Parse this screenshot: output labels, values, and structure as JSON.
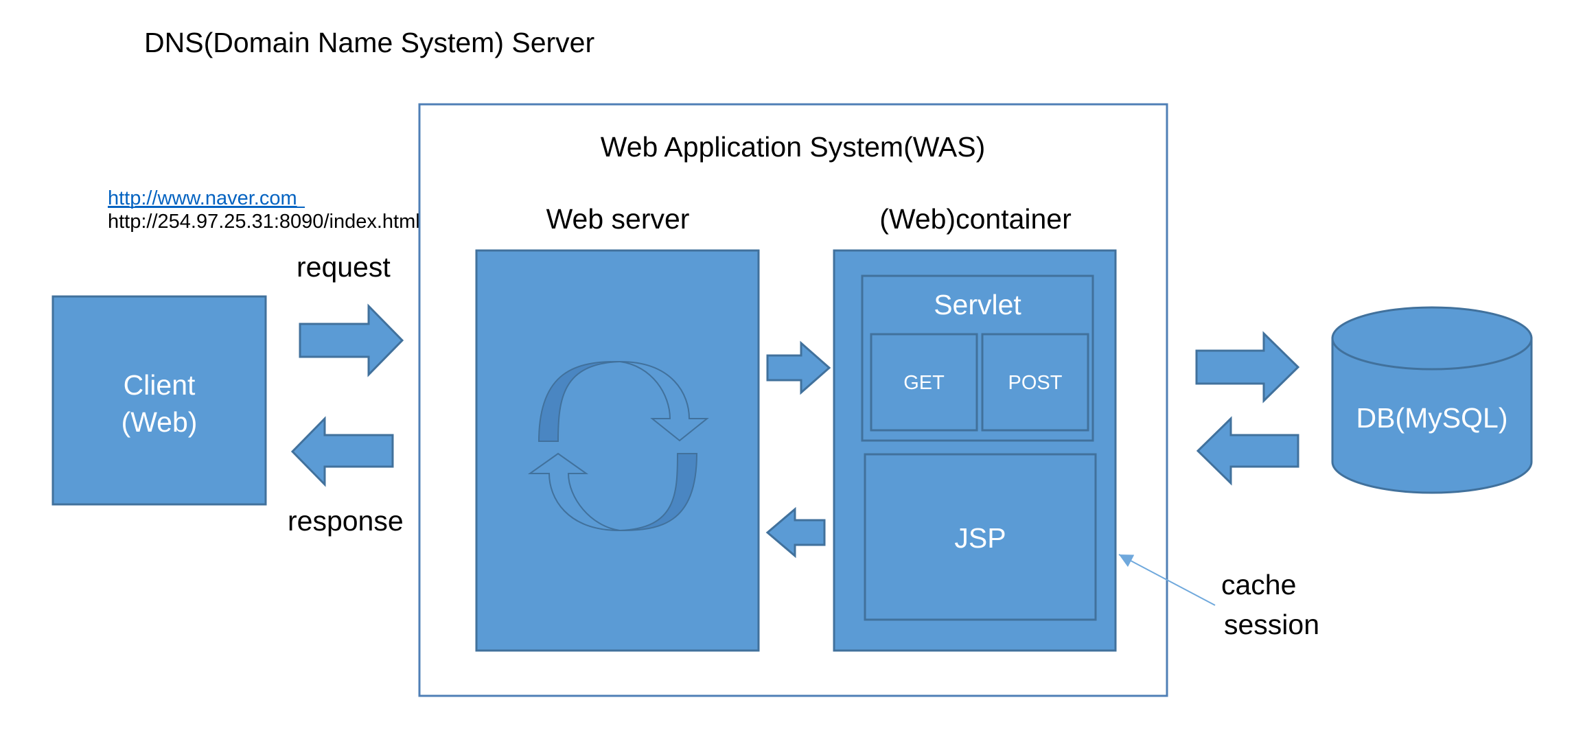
{
  "title": "DNS(Domain Name System) Server",
  "urls": {
    "domain": "http://www.naver.com",
    "ip": "http://254.97.25.31:8090/index.html"
  },
  "labels": {
    "request": "request",
    "response": "response"
  },
  "client": {
    "line1": "Client",
    "line2": "(Web)"
  },
  "was": {
    "title": "Web Application System(WAS)",
    "web_server": "Web server",
    "container": "(Web)container",
    "servlet": "Servlet",
    "get": "GET",
    "post": "POST",
    "jsp": "JSP"
  },
  "db": "DB(MySQL)",
  "note": {
    "line1": "cache",
    "line2": "session"
  },
  "colors": {
    "box_fill": "#5b9bd5",
    "box_stroke": "#41719c",
    "was_stroke": "#4f7fb6",
    "link": "#0563c1",
    "text": "#000000",
    "text_on_box": "#ffffff",
    "note_arrow": "#6fa8dc"
  }
}
